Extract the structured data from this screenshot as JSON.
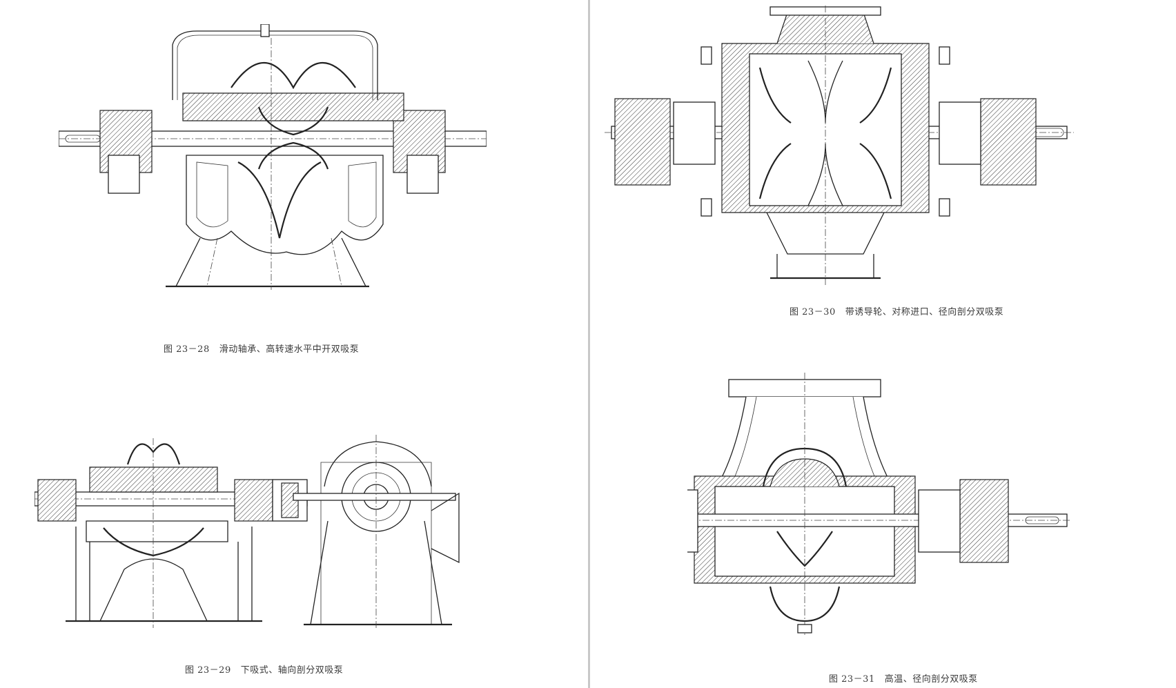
{
  "figures": [
    {
      "id": "fig-23-28",
      "number": "图 23－28",
      "title": "滑动轴承、高转速水平中开双吸泵"
    },
    {
      "id": "fig-23-29",
      "number": "图 23－29",
      "title": "下吸式、轴向剖分双吸泵"
    },
    {
      "id": "fig-23-30",
      "number": "图 23－30",
      "title": "带诱导轮、对称进口、径向剖分双吸泵"
    },
    {
      "id": "fig-23-31",
      "number": "图 23－31",
      "title": "高温、径向剖分双吸泵"
    }
  ]
}
